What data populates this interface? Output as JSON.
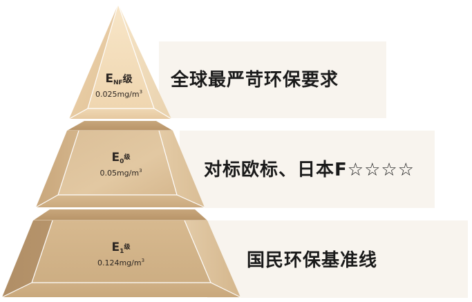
{
  "diagram": {
    "type": "pyramid",
    "colors": {
      "banner_bg": "#f8f4ee",
      "face_light": "#f4dfbf",
      "face_mid": "#d8bb92",
      "face_dark": "#b8966c",
      "text_dark": "#1a1a1a",
      "edge_highlight": "#ffffff"
    },
    "tiers": [
      {
        "grade_main": "E",
        "grade_sub": "NF",
        "grade_suffix": "级",
        "value": "0.025mg/m",
        "value_exp": "3",
        "description": "全球最严苛环保要求"
      },
      {
        "grade_main": "E",
        "grade_sub": "0",
        "grade_suffix": "级",
        "value": "0.05mg/m",
        "value_exp": "3",
        "description": "对标欧标、日本F☆☆☆☆"
      },
      {
        "grade_main": "E",
        "grade_sub": "1",
        "grade_suffix": "级",
        "value": "0.124mg/m",
        "value_exp": "3",
        "description": "国民环保基准线"
      }
    ]
  }
}
